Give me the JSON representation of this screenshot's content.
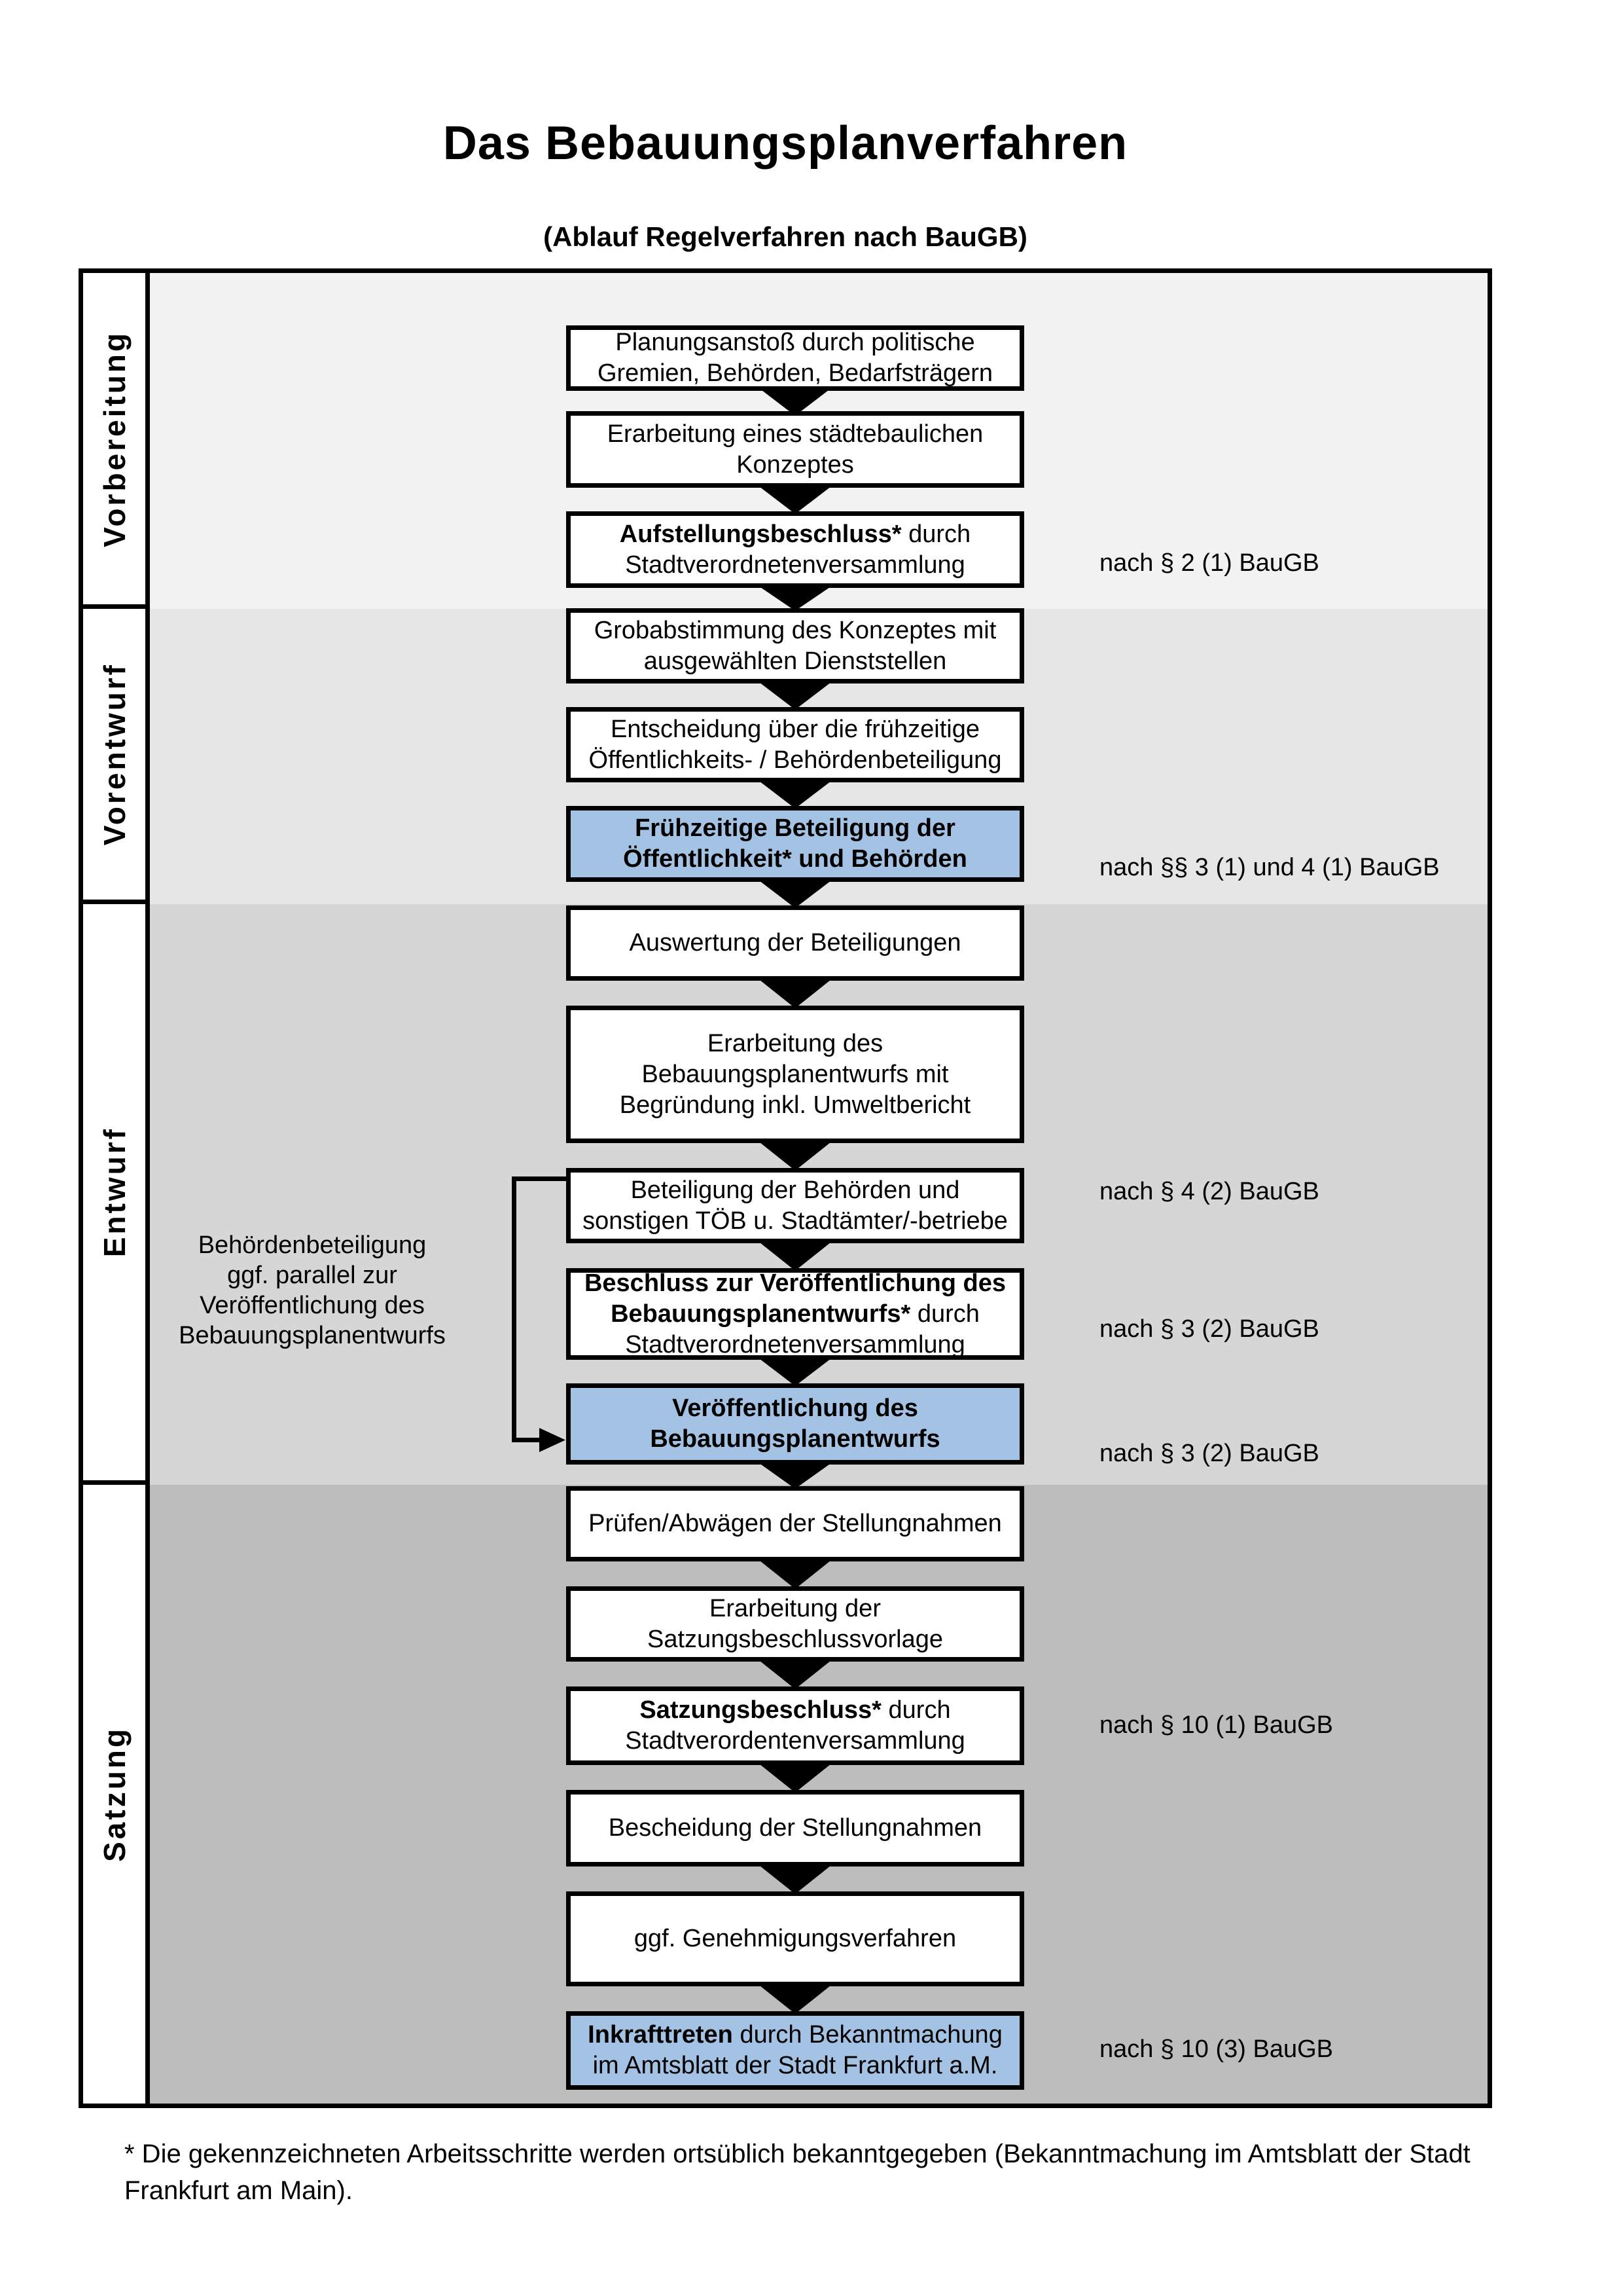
{
  "title": "Das Bebauungsplanverfahren",
  "subtitle": "(Ablauf Regelverfahren nach BauGB)",
  "sections": [
    {
      "label": "Vorbereitung"
    },
    {
      "label": "Vorentwurf"
    },
    {
      "label": "Entwurf"
    },
    {
      "label": "Satzung"
    }
  ],
  "steps": [
    {
      "highlight": false,
      "lines": [
        [
          {
            "text": "Planungsanstoß durch politische"
          }
        ],
        [
          {
            "text": "Gremien, Behörden, Bedarfsträgern"
          }
        ]
      ]
    },
    {
      "highlight": false,
      "lines": [
        [
          {
            "text": "Erarbeitung eines städtebaulichen"
          }
        ],
        [
          {
            "text": "Konzeptes"
          }
        ]
      ]
    },
    {
      "highlight": false,
      "lines": [
        [
          {
            "text": "Aufstellungsbeschluss*",
            "bold": true
          },
          {
            "text": " durch"
          }
        ],
        [
          {
            "text": "Stadtverordnetenversammlung"
          }
        ]
      ]
    },
    {
      "highlight": false,
      "lines": [
        [
          {
            "text": "Grobabstimmung des Konzeptes mit"
          }
        ],
        [
          {
            "text": "ausgewählten Dienststellen"
          }
        ]
      ]
    },
    {
      "highlight": false,
      "lines": [
        [
          {
            "text": "Entscheidung über die frühzeitige"
          }
        ],
        [
          {
            "text": "Öffentlichkeits- / Behördenbeteiligung"
          }
        ]
      ]
    },
    {
      "highlight": true,
      "lines": [
        [
          {
            "text": "Frühzeitige Beteiligung der",
            "bold": true
          }
        ],
        [
          {
            "text": "Öffentlichkeit* und Behörden",
            "bold": true
          }
        ]
      ]
    },
    {
      "highlight": false,
      "lines": [
        [
          {
            "text": "Auswertung der Beteiligungen"
          }
        ]
      ]
    },
    {
      "highlight": false,
      "lines": [
        [
          {
            "text": "Erarbeitung des"
          }
        ],
        [
          {
            "text": "Bebauungsplanentwurfs mit"
          }
        ],
        [
          {
            "text": "Begründung inkl. Umweltbericht"
          }
        ]
      ]
    },
    {
      "highlight": false,
      "lines": [
        [
          {
            "text": "Beteiligung der Behörden und"
          }
        ],
        [
          {
            "text": "sonstigen TÖB u. Stadtämter/-betriebe"
          }
        ]
      ]
    },
    {
      "highlight": false,
      "lines": [
        [
          {
            "text": "Beschluss zur Veröffentlichung des",
            "bold": true
          }
        ],
        [
          {
            "text": "Bebauungsplanentwurfs*",
            "bold": true
          },
          {
            "text": " durch"
          }
        ],
        [
          {
            "text": "Stadtverordnetenversammlung"
          }
        ]
      ]
    },
    {
      "highlight": true,
      "lines": [
        [
          {
            "text": "Veröffentlichung des",
            "bold": true
          }
        ],
        [
          {
            "text": "Bebauungsplanentwurfs",
            "bold": true
          }
        ]
      ]
    },
    {
      "highlight": false,
      "lines": [
        [
          {
            "text": "Prüfen/Abwägen der Stellungnahmen"
          }
        ]
      ]
    },
    {
      "highlight": false,
      "lines": [
        [
          {
            "text": "Erarbeitung der"
          }
        ],
        [
          {
            "text": "Satzungsbeschlussvorlage"
          }
        ]
      ]
    },
    {
      "highlight": false,
      "lines": [
        [
          {
            "text": "Satzungsbeschluss*",
            "bold": true
          },
          {
            "text": " durch"
          }
        ],
        [
          {
            "text": "Stadtverordentenversammlung"
          }
        ]
      ]
    },
    {
      "highlight": false,
      "lines": [
        [
          {
            "text": "Bescheidung der Stellungnahmen"
          }
        ]
      ]
    },
    {
      "highlight": false,
      "lines": [
        [
          {
            "text": "ggf. Genehmigungsverfahren"
          }
        ]
      ]
    },
    {
      "highlight": true,
      "lines": [
        [
          {
            "text": "Inkrafttreten",
            "bold": true
          },
          {
            "text": " durch Bekanntmachung"
          }
        ],
        [
          {
            "text": "im Amtsblatt der Stadt Frankfurt a.M."
          }
        ]
      ]
    }
  ],
  "refs": [
    {
      "text": "nach § 2 (1) BauGB"
    },
    {
      "text": "nach §§ 3 (1) und 4 (1) BauGB"
    },
    {
      "text": "nach § 4 (2) BauGB"
    },
    {
      "text": "nach § 3 (2) BauGB"
    },
    {
      "text": "nach § 3 (2) BauGB"
    },
    {
      "text": "nach § 10 (1) BauGB"
    },
    {
      "text": "nach § 10 (3) BauGB"
    }
  ],
  "side_note": {
    "lines": [
      "Behördenbeteiligung",
      "ggf. parallel zur",
      "Veröffentlichung des",
      "Bebauungsplanentwurfs"
    ]
  },
  "footnote": [
    "* Die gekennzeichneten Arbeitsschritte werden ortsüblich bekanntgegeben (Bekanntmachung im Amtsblatt  der Stadt",
    "Frankfurt am Main)."
  ],
  "colors": {
    "highlight": "#a4c2e4",
    "box_border": "#000000",
    "section_shades": [
      "#f2f2f2",
      "#e6e6e6",
      "#d6d6d6",
      "#bdbdbd"
    ]
  }
}
